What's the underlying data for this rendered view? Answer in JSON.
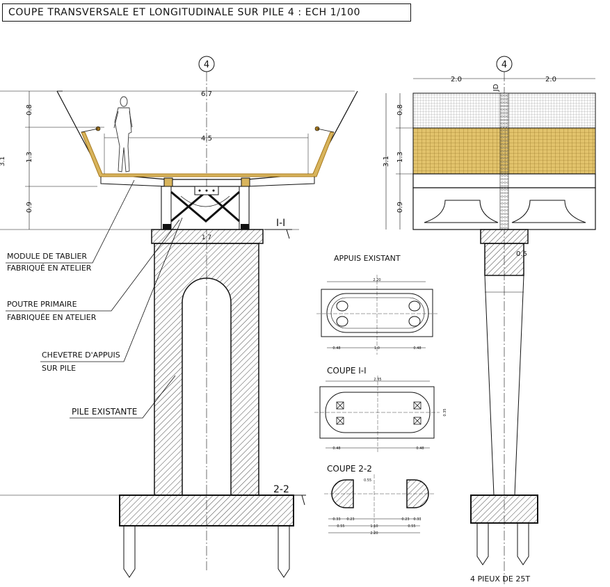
{
  "title": "COUPE TRANSVERSALE ET LONGITUDINALE SUR PILE 4 : ECH 1/100",
  "axis_marker": "4",
  "cross_section": {
    "deck_width": "6.7",
    "inner_width": "4.5",
    "dim_top": "0.8",
    "dim_mid": "1.3",
    "dim_bottom": "0.9",
    "cap_width": "1.7",
    "section_1_1": "I-I",
    "section_2_2": "2-2",
    "left_edge_total": "3.1"
  },
  "longitudinal": {
    "half_left": "2.0",
    "half_right": "2.0",
    "joint_label": "JD",
    "dim_top": "0.8",
    "dim_mid": "1.3",
    "dim_bottom": "0.9",
    "total": "3.1",
    "neck_dim": "0.5",
    "piles_label": "4 PIEUX DE 25T"
  },
  "callouts": {
    "module": "MODULE DE TABLIER",
    "module_2": "FABRIQUÉ EN ATELIER",
    "poutre": "POUTRE PRIMAIRE",
    "poutre_2": "FABRIQUÉE EN ATELIER",
    "chevetre": "CHEVETRE D'APPUIS",
    "chevetre_2": "SUR PILE",
    "pile": "PILE EXISTANTE"
  },
  "details": {
    "appuis_title": "APPUIS EXISTANT",
    "appuis_width": "2.20",
    "appuis_left": "0.48",
    "appuis_mid": "1.0",
    "appuis_right": "0.48",
    "coupe11_title": "COUPE I-I",
    "coupe11_width": "2.35",
    "coupe11_left": "0.48",
    "coupe11_right": "0.48",
    "coupe11_side": "0.35",
    "coupe22_title": "COUPE 2-2",
    "coupe22_top": "0.55",
    "coupe22_a": "0.33",
    "coupe22_b": "0.23",
    "coupe22_c": "0.23",
    "coupe22_d": "0.33",
    "coupe22_e": "0.55",
    "coupe22_mid": "1.10",
    "coupe22_f": "0.55",
    "coupe22_total": "2.20"
  },
  "colors": {
    "ink": "#111111",
    "hatch": "#444444",
    "timber": "#a87a1e",
    "timber_fill": "#d8b45c"
  }
}
